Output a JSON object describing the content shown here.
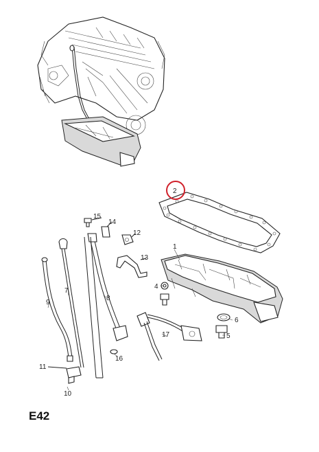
{
  "diagram": {
    "code": "E42",
    "highlight_color": "#d0202a",
    "callouts": [
      {
        "id": "c1",
        "label": "1"
      },
      {
        "id": "c2",
        "label": "2"
      },
      {
        "id": "c4",
        "label": "4"
      },
      {
        "id": "c5",
        "label": "5"
      },
      {
        "id": "c6",
        "label": "6"
      },
      {
        "id": "c7",
        "label": "7"
      },
      {
        "id": "c8",
        "label": "8"
      },
      {
        "id": "c9",
        "label": "9"
      },
      {
        "id": "c10",
        "label": "10"
      },
      {
        "id": "c11",
        "label": "11"
      },
      {
        "id": "c12",
        "label": "12"
      },
      {
        "id": "c13",
        "label": "13"
      },
      {
        "id": "c14",
        "label": "14"
      },
      {
        "id": "c15",
        "label": "15"
      },
      {
        "id": "c16",
        "label": "16"
      },
      {
        "id": "c17",
        "label": "17"
      }
    ]
  }
}
